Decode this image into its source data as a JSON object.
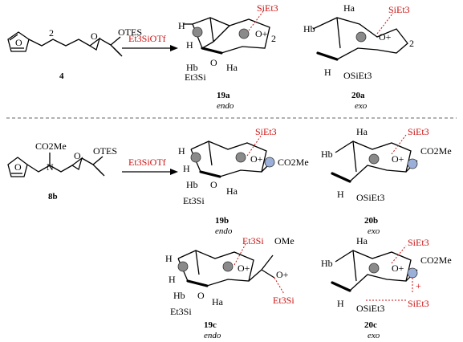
{
  "scheme": {
    "reagent": "Et3SiOTf",
    "reactions": [
      {
        "substrate": "4",
        "substituent_labels": [
          "OTES",
          "2"
        ],
        "products": [
          {
            "id": "19a",
            "mode": "endo",
            "labels": [
              "SiEt3",
              "O+",
              "H",
              "H",
              "Ha",
              "Hb",
              "2",
              "O",
              "Et3Si"
            ]
          },
          {
            "id": "20a",
            "mode": "exo",
            "labels": [
              "SiEt3",
              "O+",
              "Ha",
              "Hb",
              "H",
              "2",
              "OSiEt3"
            ]
          }
        ]
      },
      {
        "substrate": "8b",
        "substituent_labels": [
          "CO2Me",
          "N",
          "OTES"
        ],
        "products": [
          {
            "id": "19b",
            "mode": "endo",
            "labels": [
              "SiEt3",
              "O+",
              "CO2Me",
              "H",
              "H",
              "Ha",
              "Hb",
              "O",
              "Et3Si"
            ]
          },
          {
            "id": "20b",
            "mode": "exo",
            "labels": [
              "SiEt3",
              "O+",
              "CO2Me",
              "Ha",
              "Hb",
              "H",
              "OSiEt3"
            ]
          },
          {
            "id": "19c",
            "mode": "endo",
            "labels": [
              "Et3Si",
              "OMe",
              "O+",
              "Et3Si",
              "O+",
              "H",
              "H",
              "Ha",
              "Hb",
              "O",
              "Et3Si"
            ]
          },
          {
            "id": "20c",
            "mode": "exo",
            "labels": [
              "SiEt3",
              "O+",
              "CO2Me",
              "+",
              "SiEt3",
              "Ha",
              "Hb",
              "H",
              "OSiEt3"
            ]
          }
        ]
      }
    ]
  }
}
